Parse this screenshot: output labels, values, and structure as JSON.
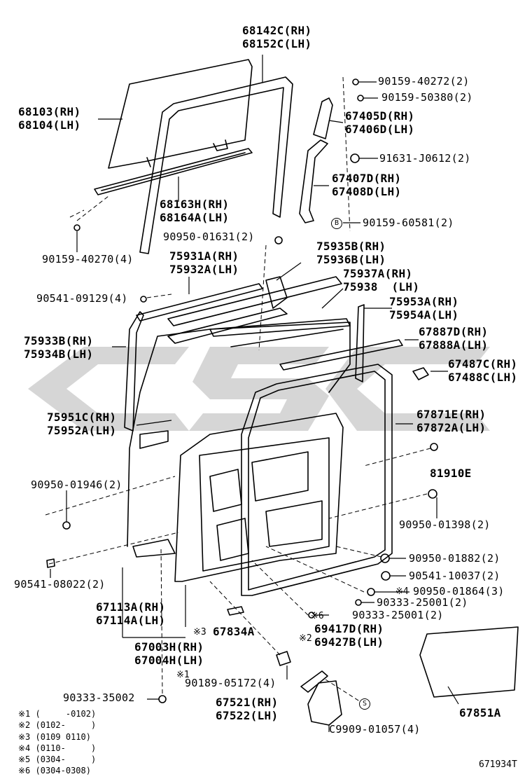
{
  "diagram": {
    "illustration_id": "671934T",
    "watermark": "CSC",
    "callouts": {
      "c68142C": [
        "68142C(RH)",
        "68152C(LH)"
      ],
      "c68103": [
        "68103(RH)",
        "68104(LH)"
      ],
      "c68163H": [
        "68163H(RH)",
        "68164A(LH)"
      ],
      "c90159_40272": [
        "90159-40272(2)"
      ],
      "c90159_50380": [
        "90159-50380(2)"
      ],
      "c67405D": [
        "67405D(RH)",
        "67406D(LH)"
      ],
      "c91631": [
        "91631-J0612(2)"
      ],
      "c67407D": [
        "67407D(RH)",
        "67408D(LH)"
      ],
      "c90159_60581": [
        "90159-60581(2)"
      ],
      "c90159_40270": [
        "90159-40270(4)"
      ],
      "c90950_01631": [
        "90950-01631(2)"
      ],
      "c75931A": [
        "75931A(RH)",
        "75932A(LH)"
      ],
      "c75935B": [
        "75935B(RH)",
        "75936B(LH)"
      ],
      "c75937A": [
        "75937A(RH)",
        "75938  (LH)"
      ],
      "c90541_09129": [
        "90541-09129(4)"
      ],
      "c75953A": [
        "75953A(RH)",
        "75954A(LH)"
      ],
      "c75933B": [
        "75933B(RH)",
        "75934B(LH)"
      ],
      "c67887D": [
        "67887D(RH)",
        "67888A(LH)"
      ],
      "c67487C": [
        "67487C(RH)",
        "67488C(LH)"
      ],
      "c75951C": [
        "75951C(RH)",
        "75952A(LH)"
      ],
      "c67871E": [
        "67871E(RH)",
        "67872A(LH)"
      ],
      "c81910E": [
        "81910E"
      ],
      "c90950_01946": [
        "90950-01946(2)"
      ],
      "c90950_01398": [
        "90950-01398(2)"
      ],
      "c90950_01882": [
        "90950-01882(2)"
      ],
      "c90541_08022": [
        "90541-08022(2)"
      ],
      "c90541_10037": [
        "90541-10037(2)"
      ],
      "c90950_01864": [
        "90950-01864(3)"
      ],
      "c90333_25001a": [
        "90333-25001(2)"
      ],
      "c90333_25001b": [
        "90333-25001(2)"
      ],
      "c67113A": [
        "67113A(RH)",
        "67114A(LH)"
      ],
      "c67834A": [
        "67834A"
      ],
      "c69417D": [
        "69417D(RH)",
        "69427B(LH)"
      ],
      "c67003H": [
        "67003H(RH)",
        "67004H(LH)"
      ],
      "c90189": [
        "90189-05172(4)"
      ],
      "c90333_35002": [
        "90333-35002"
      ],
      "c67521": [
        "67521(RH)",
        "67522(LH)"
      ],
      "c67851A": [
        "67851A"
      ],
      "cC9909": [
        "C9909-01057(4)"
      ]
    },
    "markers": {
      "m4": "※4",
      "m6": "※6",
      "m3": "※3",
      "m2": "※2",
      "m1": "※1",
      "circle_b": "B",
      "circle_s": "S"
    },
    "footnotes": [
      "※1 (     -0102)",
      "※2 (0102-     )",
      "※3 (0109 0110)",
      "※4 (0110-     )",
      "※5 (0304-     )",
      "※6 (0304-0308)"
    ]
  }
}
